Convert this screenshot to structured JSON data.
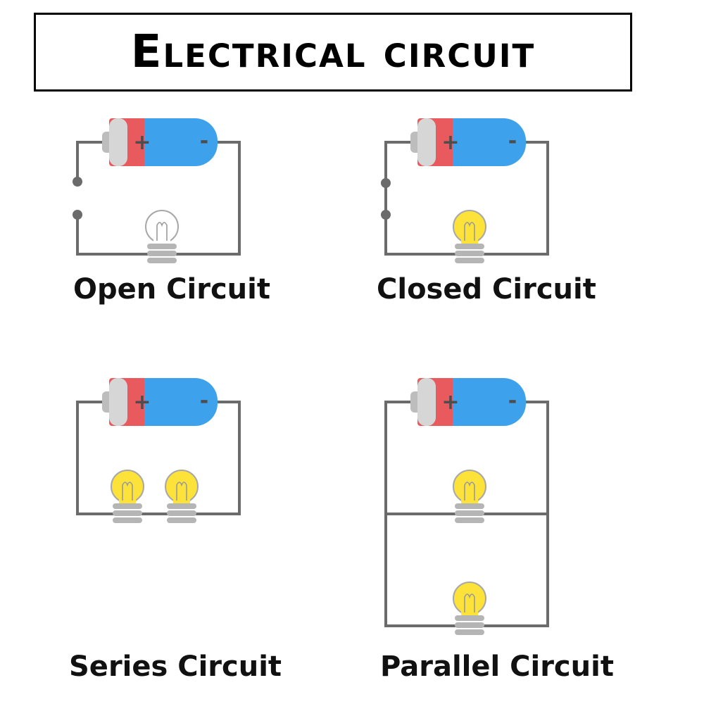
{
  "title": "Electrical circuit",
  "circuits": [
    {
      "id": "open",
      "label": "Open Circuit",
      "bulb_lit": false,
      "switch_closed": false
    },
    {
      "id": "closed",
      "label": "Closed Circuit",
      "bulb_lit": true,
      "switch_closed": true
    },
    {
      "id": "series",
      "label": "Series Circuit",
      "bulb_count": 2,
      "bulbs_lit": true
    },
    {
      "id": "parallel",
      "label": "Parallel Circuit",
      "bulb_count": 2,
      "bulbs_lit": true
    }
  ],
  "battery": {
    "positive_symbol": "+",
    "negative_symbol": "-"
  },
  "colors": {
    "wire": "#6b6b6b",
    "battery_positive": "#e85a5e",
    "battery_negative": "#3ea1ec",
    "battery_cap": "#bdbdbd",
    "bulb_lit": "#fde23a",
    "bulb_off": "#ffffff",
    "bulb_base": "#b5b5b5"
  }
}
